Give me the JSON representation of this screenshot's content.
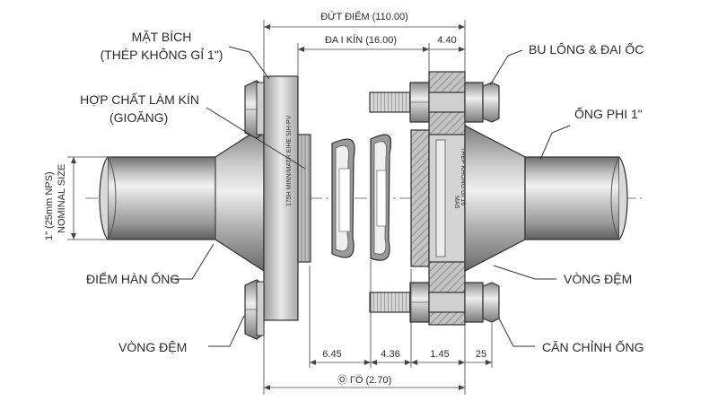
{
  "callouts": {
    "flange": "MẶT BÍCH",
    "flange_sub": "(THÉP KHÔNG GỈ 1\")",
    "sealing": "HỢP CHẤT LÀM KÍN",
    "sealing_sub": "(GIOĂNG)",
    "bolt_nut": "BU LÔNG & ĐAI ỐC",
    "pipe": "ỐNG PHI 1\"",
    "weld_point": "ĐIỂM HÀN ỐNG",
    "washer_left": "VÒNG ĐỆM",
    "washer_right": "VÒNG ĐỆM",
    "pipe_alignment": "CĂN CHỈNH ỐNG"
  },
  "dimensions": {
    "break_point": "ĐỨT ĐIỂM (110.00)",
    "seal_ring": "ĐA I KÍN (16.00)",
    "top_right": "4.40",
    "bottom_1": "6.45",
    "bottom_2": "4.36",
    "bottom_3": "1.45",
    "bottom_4": "25",
    "bottom_total": "Ⓞ ΓÖ (2.70)"
  },
  "side_labels": {
    "nps": "1\" (25mm NPS)",
    "nominal": "NOMINAL SIZE"
  },
  "stamps": {
    "left_flange": "175H MINN/MATR EIHE SIH-PV",
    "right_flange_1": "MA5",
    "right_flange_2": "THÉP KHÔNG GỈ 16"
  },
  "colors": {
    "metal_light": "#e6e6e6",
    "metal_mid": "#b4b4b4",
    "metal_dark": "#6a6a6a",
    "hatch": "#8c8c8c",
    "text": "#2b2b2b"
  }
}
